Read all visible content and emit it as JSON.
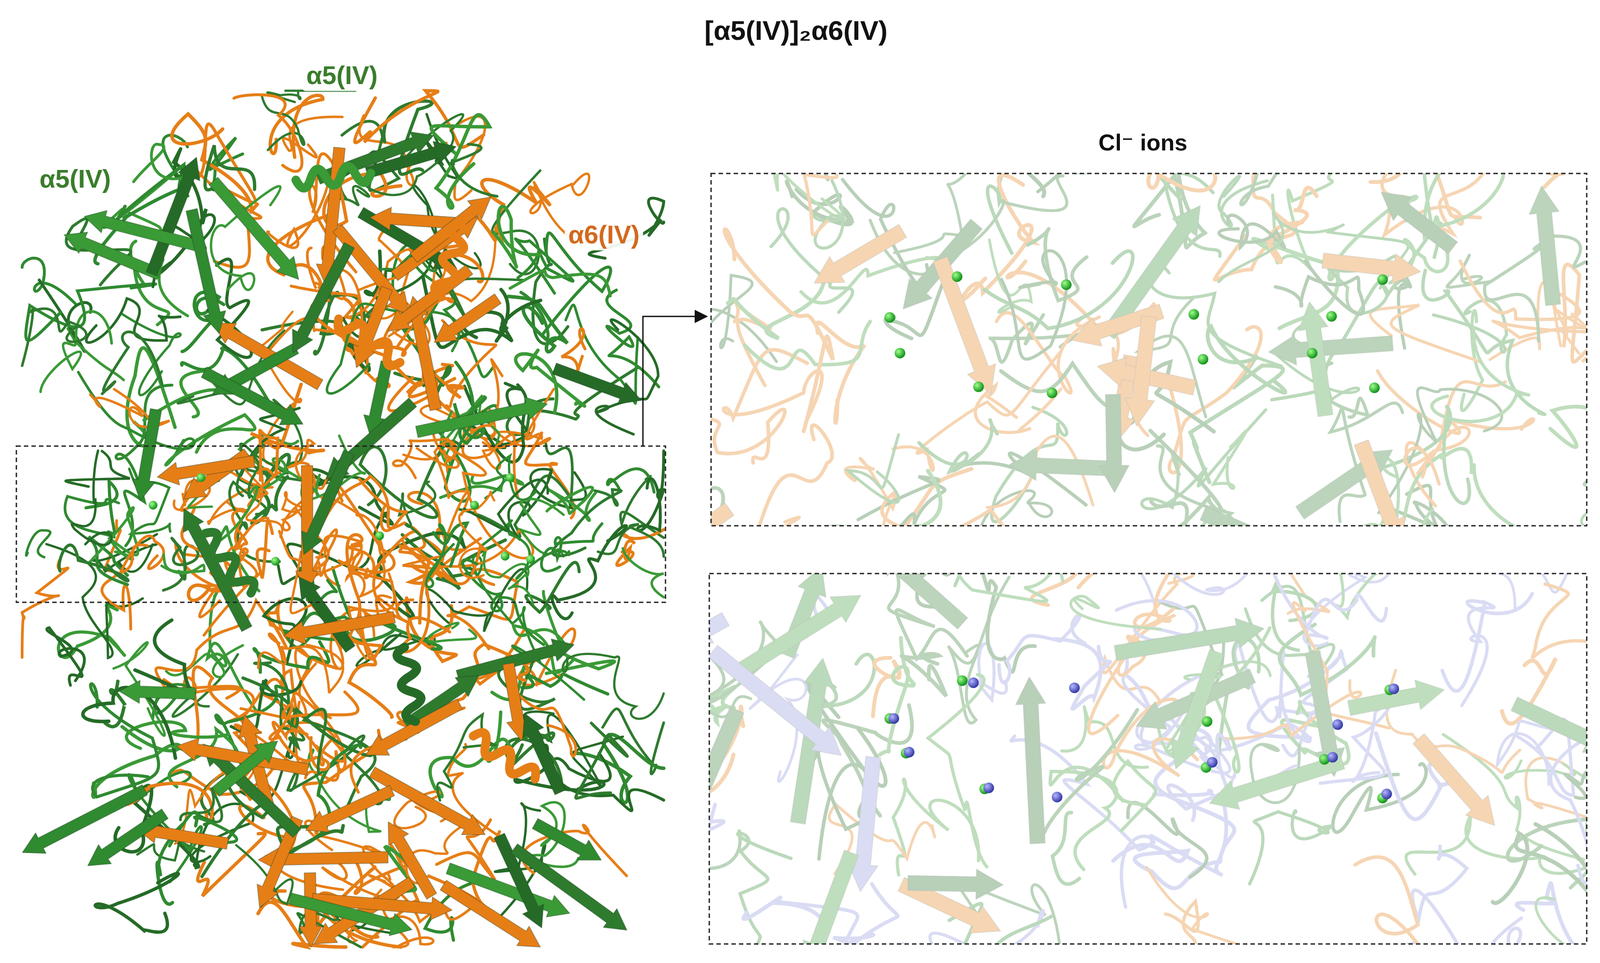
{
  "diagram": {
    "title": "[α5(IV)]₂α6(IV)",
    "labels": [
      "α5(IV)",
      "α5(IV)",
      "α6(IV)",
      "Cl⁻ ions"
    ]
  }
}
